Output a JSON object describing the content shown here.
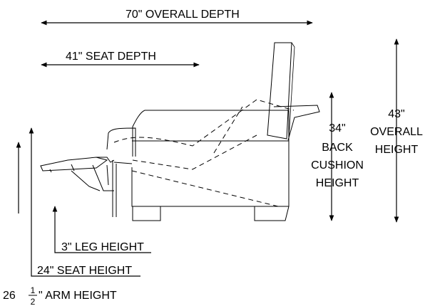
{
  "labels": {
    "overall_depth": "70\" OVERALL DEPTH",
    "seat_depth": "41\" SEAT DEPTH",
    "back_cushion_value": "34\"",
    "back_cushion_line1": "BACK",
    "back_cushion_line2": "CUSHION",
    "back_cushion_line3": "HEIGHT",
    "overall_height_value": "43\"",
    "overall_height_line1": "OVERALL",
    "overall_height_line2": "HEIGHT",
    "leg_height": "3\" LEG HEIGHT",
    "seat_height": "24\" SEAT HEIGHT",
    "arm_height_whole": "26",
    "arm_height_numerator": "1",
    "arm_height_denominator": "2",
    "arm_height_rest": "\" ARM HEIGHT"
  }
}
